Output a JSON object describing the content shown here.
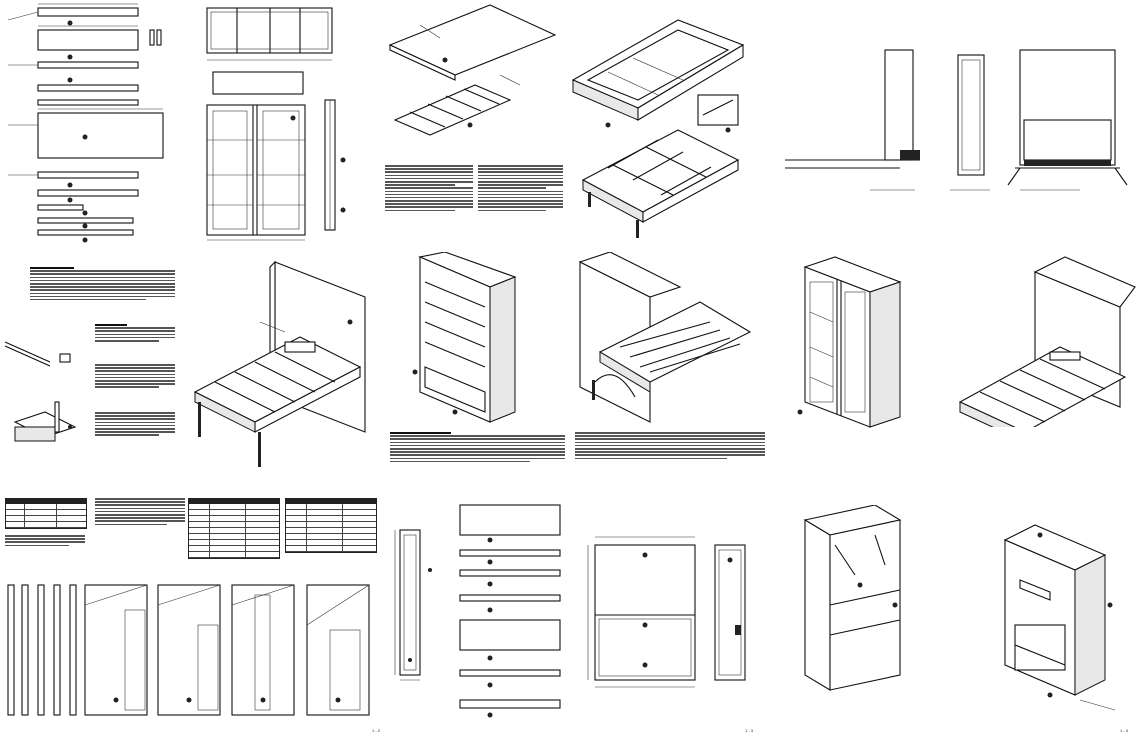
{
  "sheet": {
    "background": "#ffffff",
    "line_color": "#111111",
    "footer_marks": [
      "1 - 2",
      "1 - 3",
      "1 - 4"
    ]
  },
  "panels": [
    {
      "id": "cut-list-parts",
      "caption": ""
    },
    {
      "id": "door-frame-front",
      "caption": ""
    },
    {
      "id": "bed-panel-exploded",
      "caption": ""
    },
    {
      "id": "bed-frame-3d",
      "caption": ""
    },
    {
      "id": "side-sections",
      "caption": ""
    },
    {
      "id": "attach-legs-instructions",
      "caption": ""
    },
    {
      "id": "open-cabinet-bed",
      "caption": ""
    },
    {
      "id": "closed-cabinet-front",
      "caption": ""
    },
    {
      "id": "half-lowered-bed",
      "caption": ""
    },
    {
      "id": "closed-cabinet-doors",
      "caption": ""
    },
    {
      "id": "open-bed-right",
      "caption": ""
    },
    {
      "id": "materials-tables",
      "caption": ""
    },
    {
      "id": "side-panel-dims",
      "caption": ""
    },
    {
      "id": "cabinet-parts-list",
      "caption": ""
    },
    {
      "id": "case-front-side",
      "caption": ""
    },
    {
      "id": "carcass-rear-3d",
      "caption": ""
    },
    {
      "id": "carcass-front-3d",
      "caption": ""
    }
  ]
}
